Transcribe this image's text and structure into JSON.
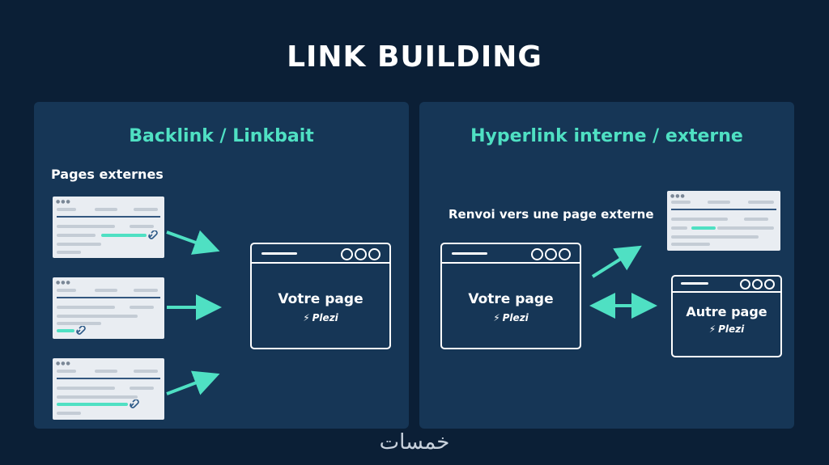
{
  "title": "LINK BUILDING",
  "left_panel": {
    "title": "Backlink / Linkbait",
    "pages_label": "Pages externes",
    "target_page": {
      "name": "Votre page",
      "brand": "Plezi"
    }
  },
  "right_panel": {
    "title": "Hyperlink interne / externe",
    "redirect_label": "Renvoi vers une page externe",
    "own_page": {
      "name": "Votre page",
      "brand": "Plezi"
    },
    "other_page": {
      "name": "Autre page",
      "brand": "Plezi"
    }
  },
  "watermark": "خمسات",
  "colors": {
    "background": "#0b1f36",
    "panel": "#163656",
    "accent": "#4fe0c3",
    "text": "#ffffff"
  }
}
